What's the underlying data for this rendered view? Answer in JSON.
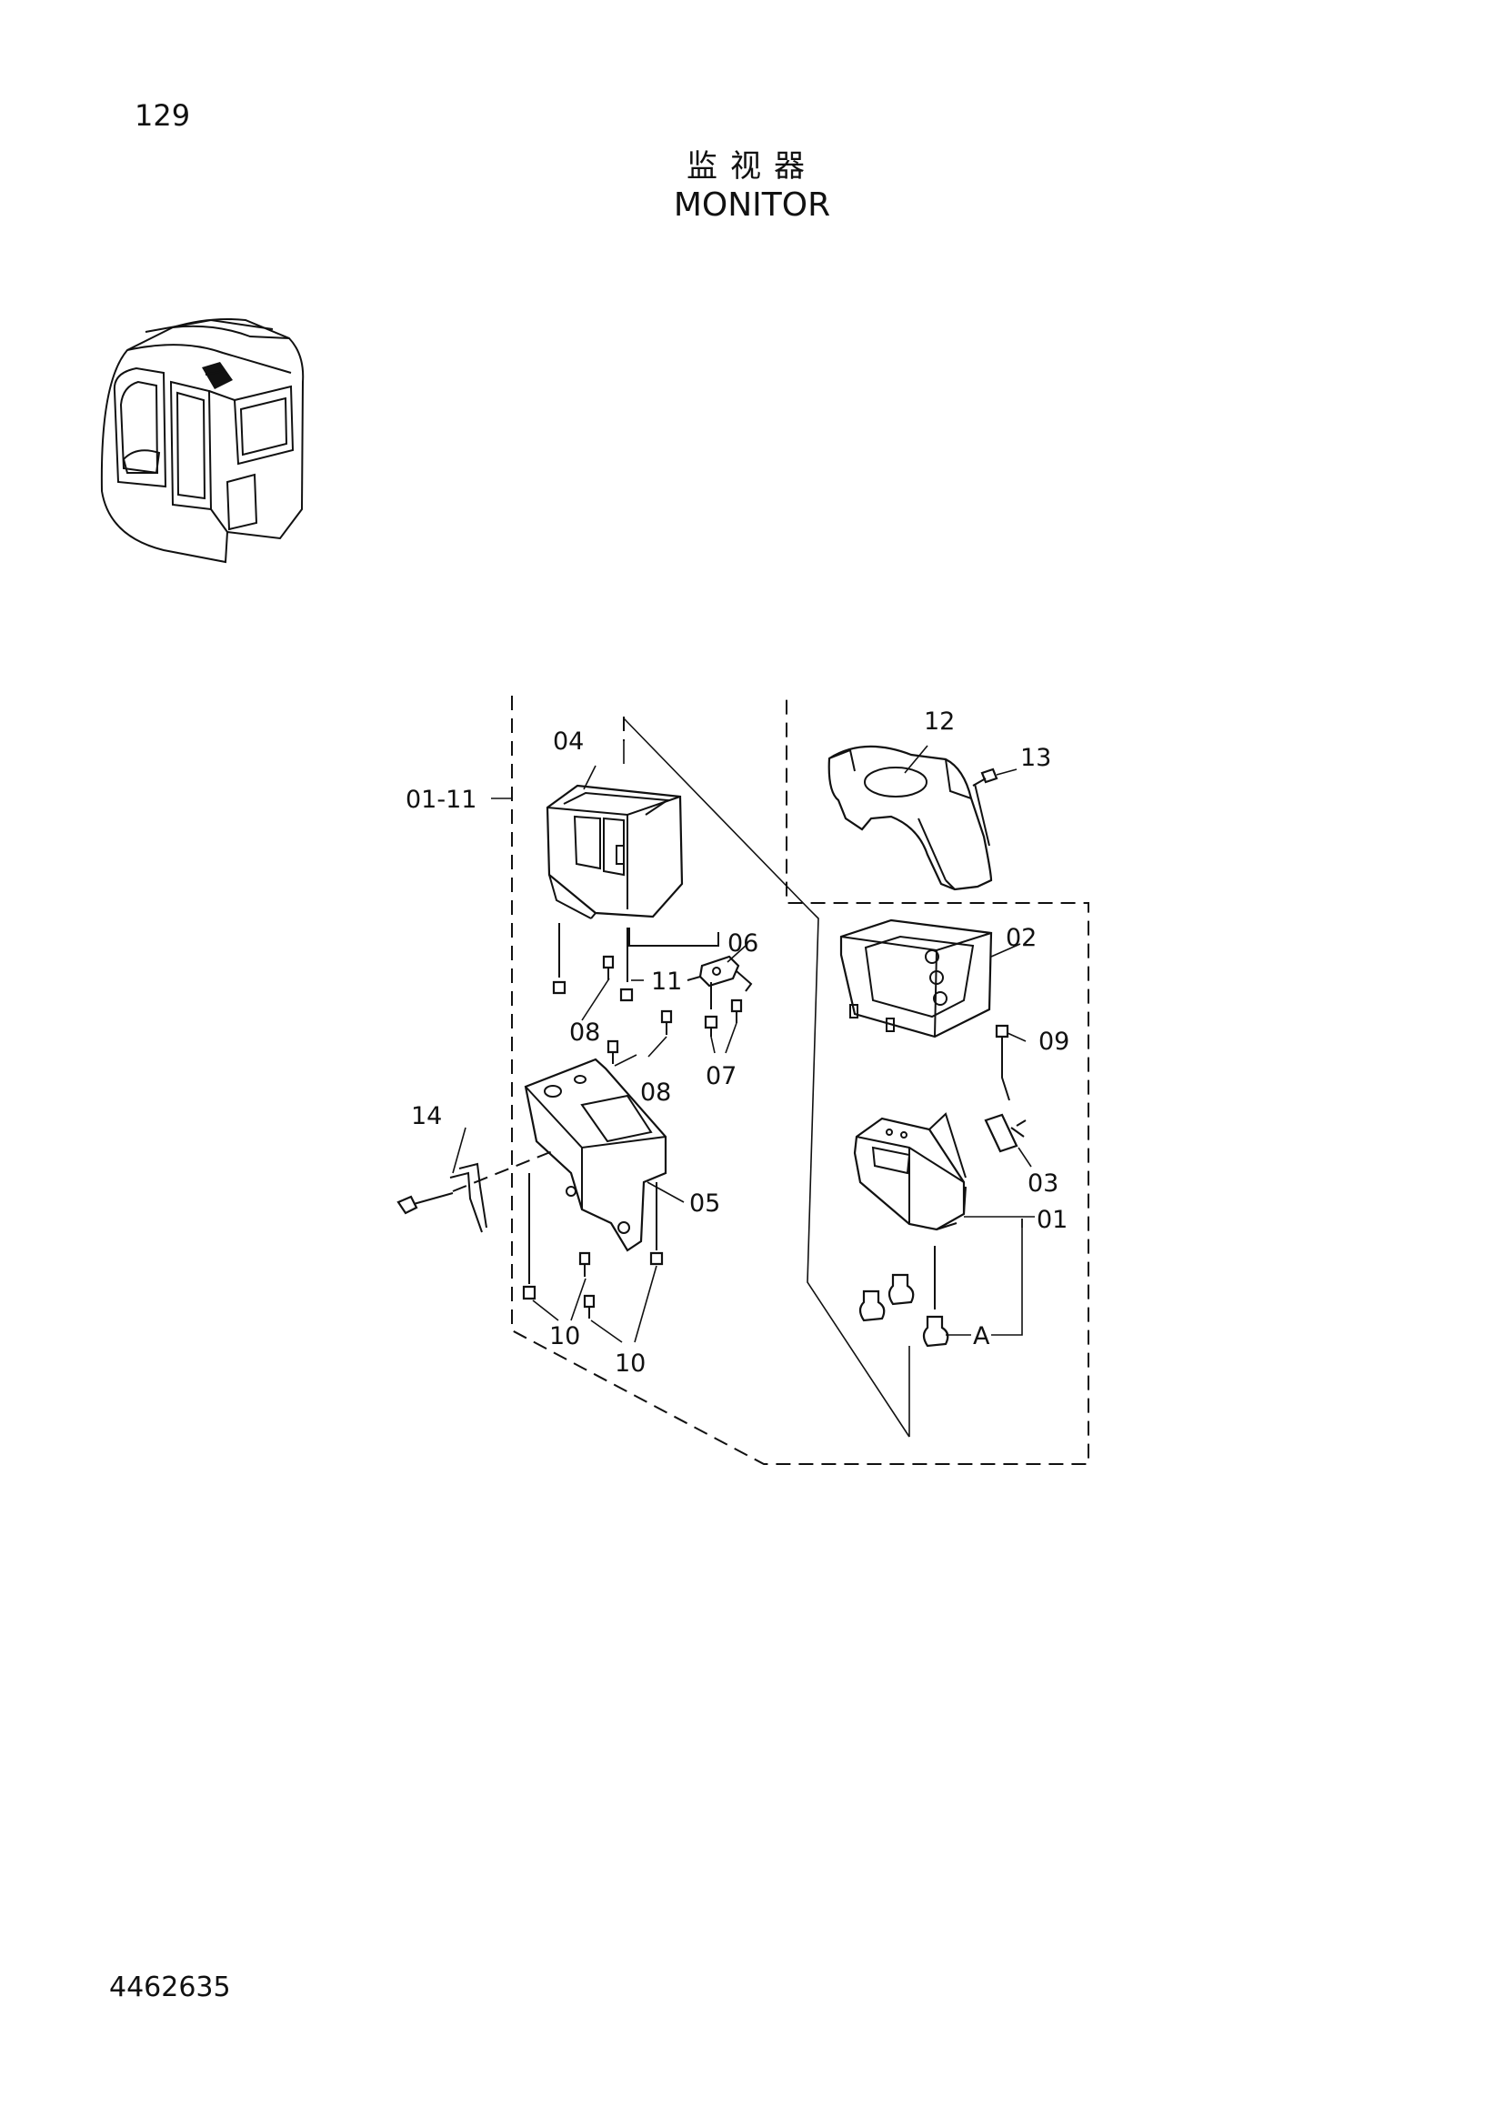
{
  "header": {
    "page_number": "129",
    "title_cn": "监视器",
    "title_en": "MONITOR"
  },
  "footer": {
    "document_number": "4462635"
  },
  "callouts": {
    "c01": "01",
    "c01_11": "01-11",
    "c02": "02",
    "c03": "03",
    "c04": "04",
    "c05": "05",
    "c06": "06",
    "c07": "07",
    "c08a": "08",
    "c08b": "08",
    "c09": "09",
    "c10a": "10",
    "c10b": "10",
    "c11": "11",
    "c12": "12",
    "c13": "13",
    "c14": "14",
    "cA": "A"
  }
}
